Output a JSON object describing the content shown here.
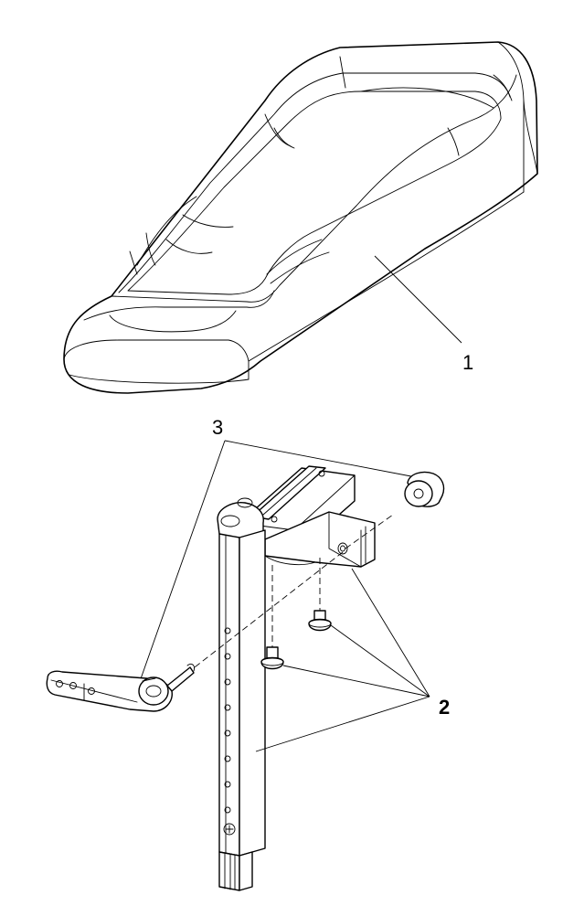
{
  "callouts": {
    "cushion": "1",
    "hardware": "2",
    "quick_release": "3"
  },
  "colors": {
    "line": "#000000",
    "background": "#ffffff"
  }
}
